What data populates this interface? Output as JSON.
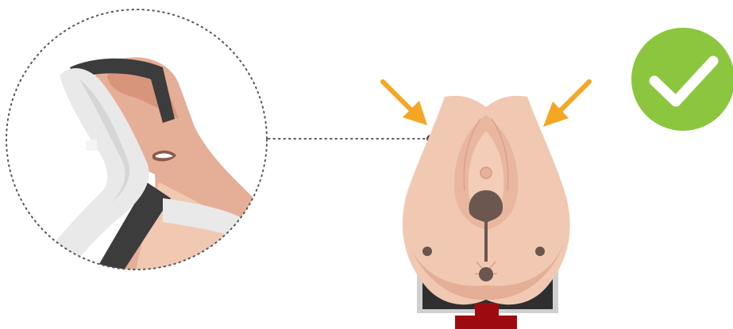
{
  "colors": {
    "background": "#ffffff",
    "skin_light": "#f1c9b3",
    "skin_mid": "#e5ae97",
    "skin_shadow": "#d7957c",
    "tissue": "#c9836b",
    "dark_feature": "#6b5650",
    "strap": "#3c3c3c",
    "fabric": "#e9e9e9",
    "arrow": "#f5a623",
    "check_bg": "#8cc63f",
    "check_mark": "#ffffff",
    "base": "#9e0b0f",
    "frame": "#cfcfcf",
    "dotted_line": "#555555"
  },
  "icons": {
    "status": "check-circle-icon",
    "pointer": "arrow-icon"
  },
  "annotation": {
    "arrows": [
      "left-arrow",
      "right-arrow"
    ],
    "callout": "magnified-detail",
    "status": "correct"
  }
}
